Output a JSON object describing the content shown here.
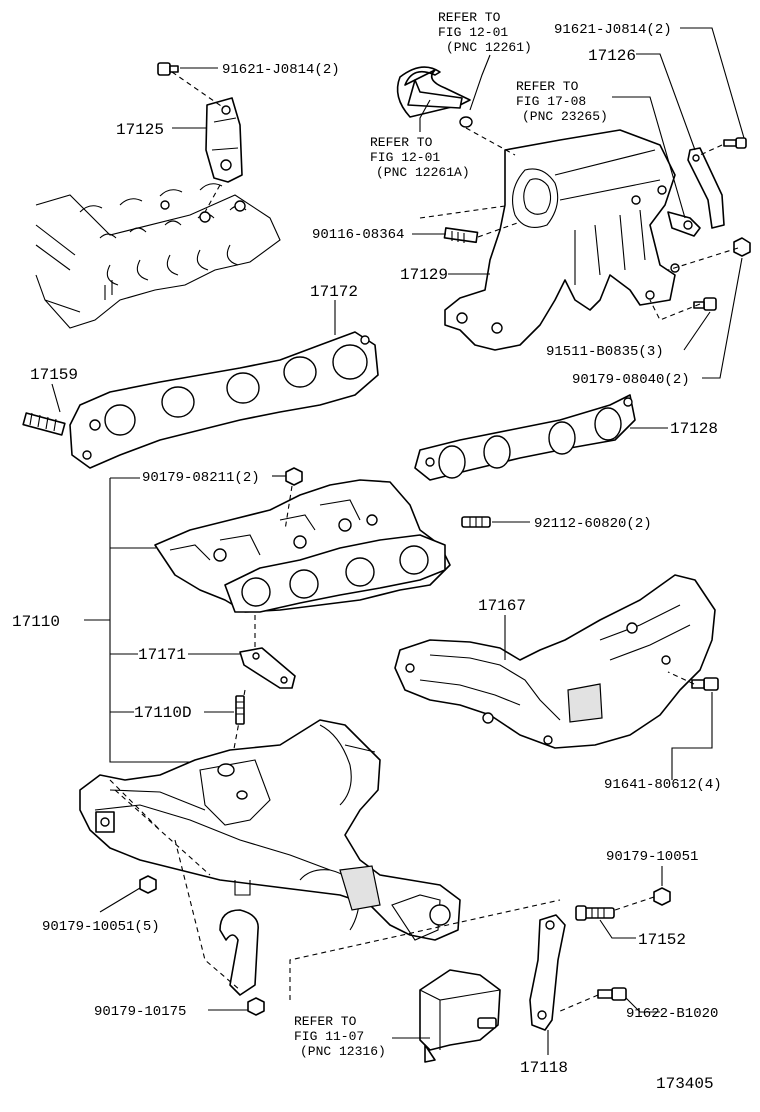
{
  "labels": {
    "p91621_top": "91621-J0814(2)",
    "p17125": "17125",
    "p17172": "17172",
    "p17159": "17159",
    "p90179_08211": "90179-08211(2)",
    "p92112": "92112-60820(2)",
    "p17110": "17110",
    "p17171": "17171",
    "p17110d": "17110D",
    "p90116": "90116-08364",
    "p17129": "17129",
    "p91621_right": "91621-J0814(2)",
    "p17126": "17126",
    "p91511": "91511-B0835(3)",
    "p90179_08040": "90179-08040(2)",
    "p17128": "17128",
    "p17167": "17167",
    "p91641": "91641-80612(4)",
    "p90179_10051_r": "90179-10051",
    "p17152": "17152",
    "p91622": "91622-B1020",
    "p17118": "17118",
    "p90179_10051_l": "90179-10051(5)",
    "p90179_10175": "90179-10175",
    "figure_no": "173405"
  },
  "refs": {
    "r1": {
      "l1": "REFER TO",
      "l2": "FIG 12-01",
      "l3": "(PNC 12261)"
    },
    "r2": {
      "l1": "REFER TO",
      "l2": "FIG 17-08",
      "l3": "(PNC 23265)"
    },
    "r3": {
      "l1": "REFER TO",
      "l2": "FIG 12-01",
      "l3": "(PNC 12261A)"
    },
    "r4": {
      "l1": "REFER TO",
      "l2": "FIG 11-07",
      "l3": "(PNC 12316)"
    }
  }
}
